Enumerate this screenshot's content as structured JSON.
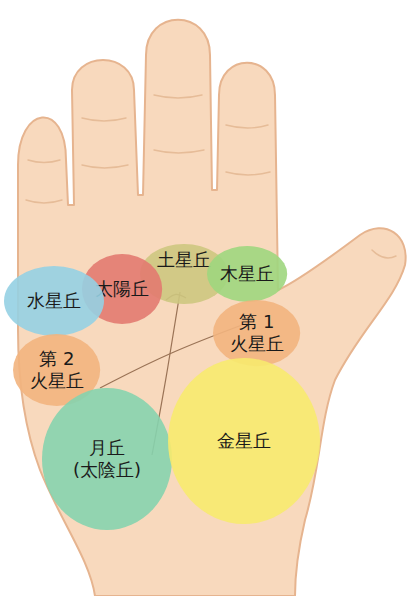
{
  "diagram": {
    "nodes": [
      {
        "text": [
          "土星丘"
        ]
      },
      {
        "text": [
          "木星丘"
        ]
      },
      {
        "text": [
          "太陽丘"
        ]
      },
      {
        "text": [
          "水星丘"
        ]
      },
      {
        "text": [
          "第 1 火星丘"
        ]
      },
      {
        "text": [
          "第 2 火星丘"
        ]
      },
      {
        "text": [
          "月丘",
          "(太陰丘)"
        ]
      },
      {
        "text": [
          "金星丘"
        ]
      }
    ]
  }
}
